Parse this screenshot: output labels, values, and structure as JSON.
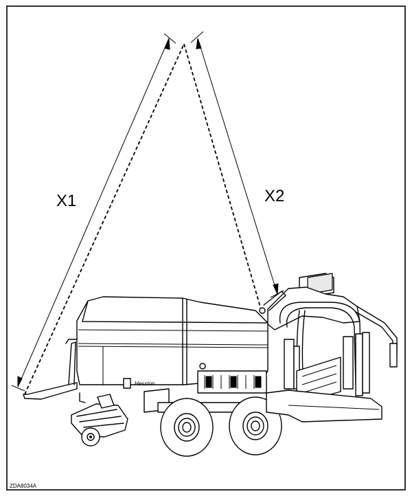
{
  "labels": {
    "x1": "X1",
    "x2": "X2",
    "figure_code": "ZDA8034A",
    "brand": "Hesston"
  },
  "colors": {
    "line": "#000000",
    "background": "#ffffff"
  }
}
